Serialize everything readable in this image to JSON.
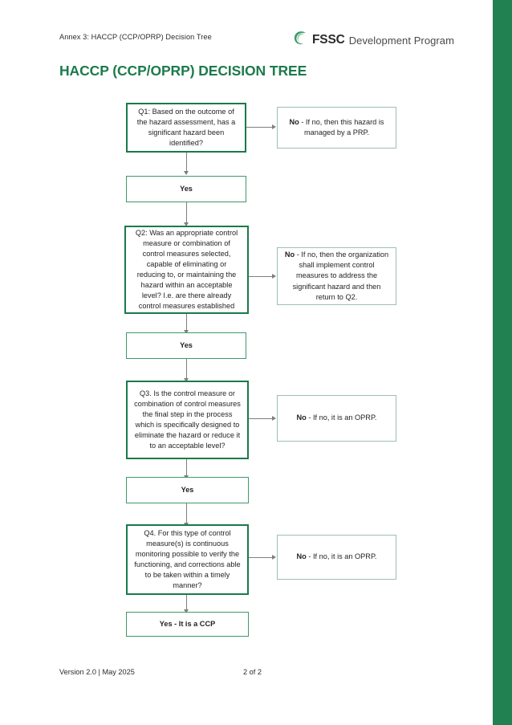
{
  "document": {
    "annex_label": "Annex 3: HACCP (CCP/OPRP) Decision Tree",
    "title": "HACCP (CCP/OPRP) DECISION TREE",
    "brand": {
      "mark": "fssc-swirl-logo-icon",
      "name": "FSSC",
      "tagline": "Development Program"
    },
    "footer": {
      "version": "Version 2.0 | May 2025",
      "page": "2 of 2"
    },
    "colors": {
      "brand_green": "#218150",
      "title_green": "#1d7a4c",
      "question_border": "#1a7a4a",
      "yes_border": "#3d9a6b",
      "no_border": "#9cc2ac",
      "connector": "#7f7f7f",
      "text": "#231f20"
    }
  },
  "flowchart": {
    "type": "decision-tree",
    "nodes": [
      {
        "id": "q1",
        "kind": "question",
        "text": "Q1: Based on the outcome of the hazard assessment, has a significant hazard been identified?"
      },
      {
        "id": "q1-no",
        "kind": "outcome",
        "prefix": "No",
        "text": " - If no, then this hazard is managed by a PRP."
      },
      {
        "id": "yes1",
        "kind": "yes",
        "text": "Yes"
      },
      {
        "id": "q2",
        "kind": "question",
        "text": "Q2: Was an appropriate control measure or combination of control measures selected, capable of eliminating or reducing to, or maintaining the hazard within an acceptable level? I.e. are there already control measures established"
      },
      {
        "id": "q2-no",
        "kind": "outcome",
        "prefix": "No",
        "text": " - If no, then the organization shall implement control measures to address the significant hazard and then return to Q2."
      },
      {
        "id": "yes2",
        "kind": "yes",
        "text": "Yes"
      },
      {
        "id": "q3",
        "kind": "question",
        "text": "Q3. Is the control measure or combination of control measures the final step in the process which is specifically designed to eliminate the hazard or reduce it to an acceptable level?"
      },
      {
        "id": "q3-no",
        "kind": "outcome",
        "prefix": "No",
        "text": " - If no, it is an OPRP."
      },
      {
        "id": "yes3",
        "kind": "yes",
        "text": "Yes"
      },
      {
        "id": "q4",
        "kind": "question",
        "text": "Q4. For this type of control measure(s) is continuous monitoring possible to verify the functioning, and corrections able to be taken within a timely manner?"
      },
      {
        "id": "q4-no",
        "kind": "outcome",
        "prefix": "No",
        "text": " - If no, it is an OPRP."
      },
      {
        "id": "ccp",
        "kind": "result",
        "text": "Yes - It is a CCP"
      }
    ]
  }
}
